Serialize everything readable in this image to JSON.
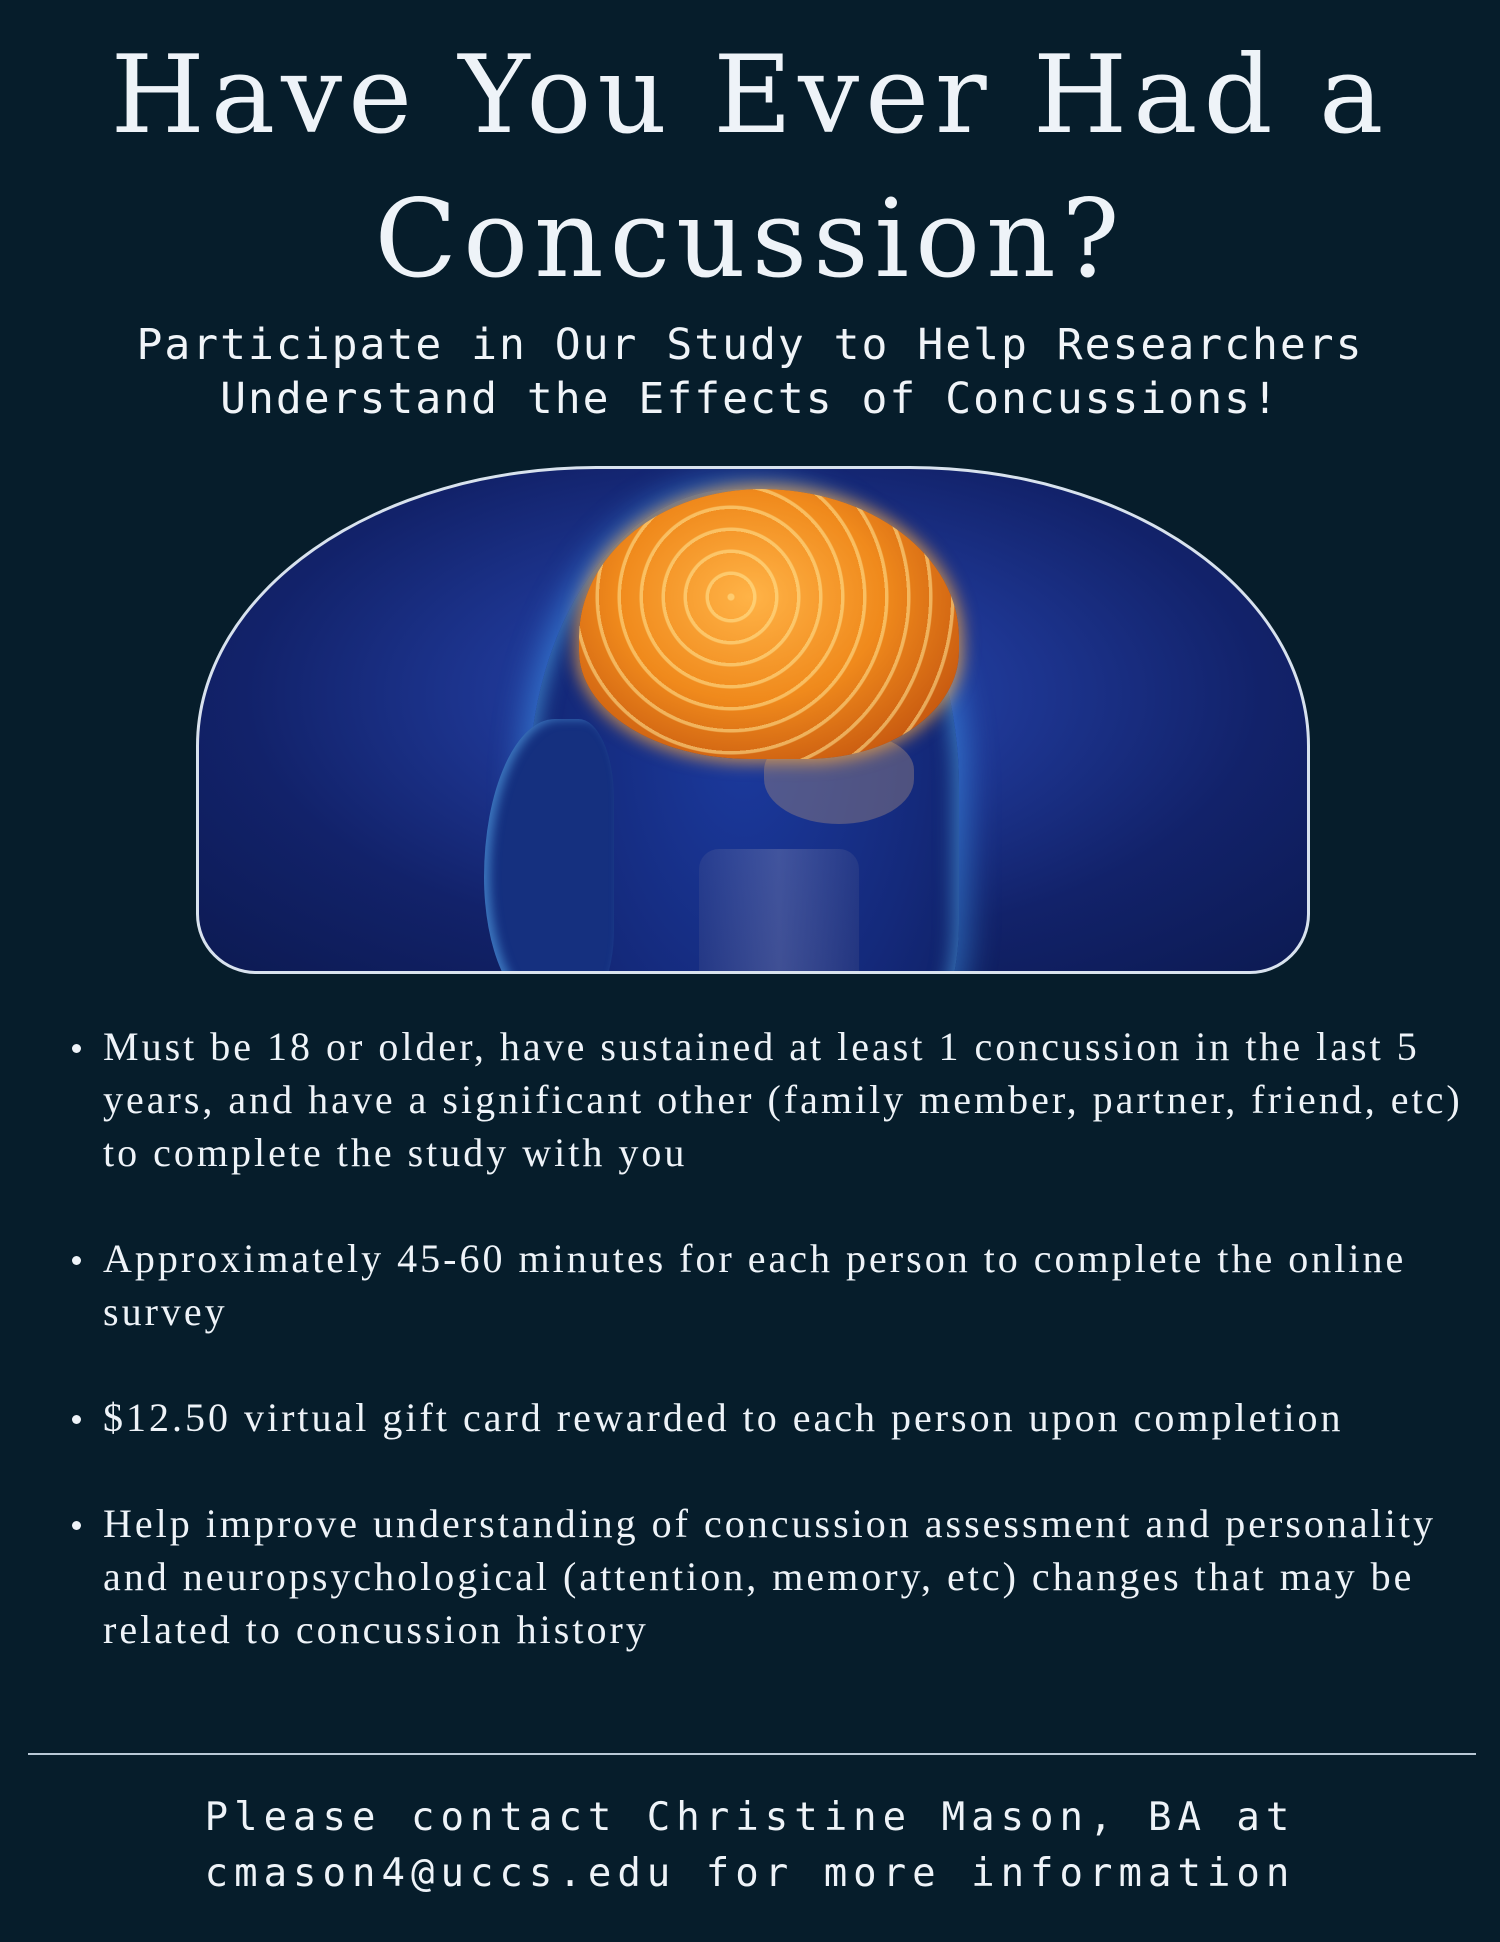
{
  "header": {
    "title_line1": "Have You Ever Had a",
    "title_line2": "Concussion?",
    "subtitle_line1": "Participate in Our Study to Help Researchers",
    "subtitle_line2": "Understand the Effects of Concussions!"
  },
  "hero_image": {
    "description": "Illustration of a human head in profile with a glowing orange brain on a blue background"
  },
  "requirements": [
    {
      "text": "Must be 18 or older, have sustained at least 1 concussion in the last 5 years, and have a significant other (family member, partner, friend, etc) to complete the study with you"
    },
    {
      "text": "Approximately 45-60 minutes for each person to complete the online survey"
    },
    {
      "text": "$12.50 virtual gift card rewarded to each person upon completion"
    },
    {
      "text": "Help improve understanding of concussion assessment and personality and neuropsychological (attention, memory, etc) changes that may be related to concussion history"
    }
  ],
  "contact": {
    "line1": "Please contact Christine Mason, BA at",
    "line2": "cmason4@uccs.edu for more information"
  },
  "colors": {
    "background": "#061d2b",
    "text": "#eef3f8",
    "brain": "#f08a1c",
    "head": "#1d3590"
  }
}
